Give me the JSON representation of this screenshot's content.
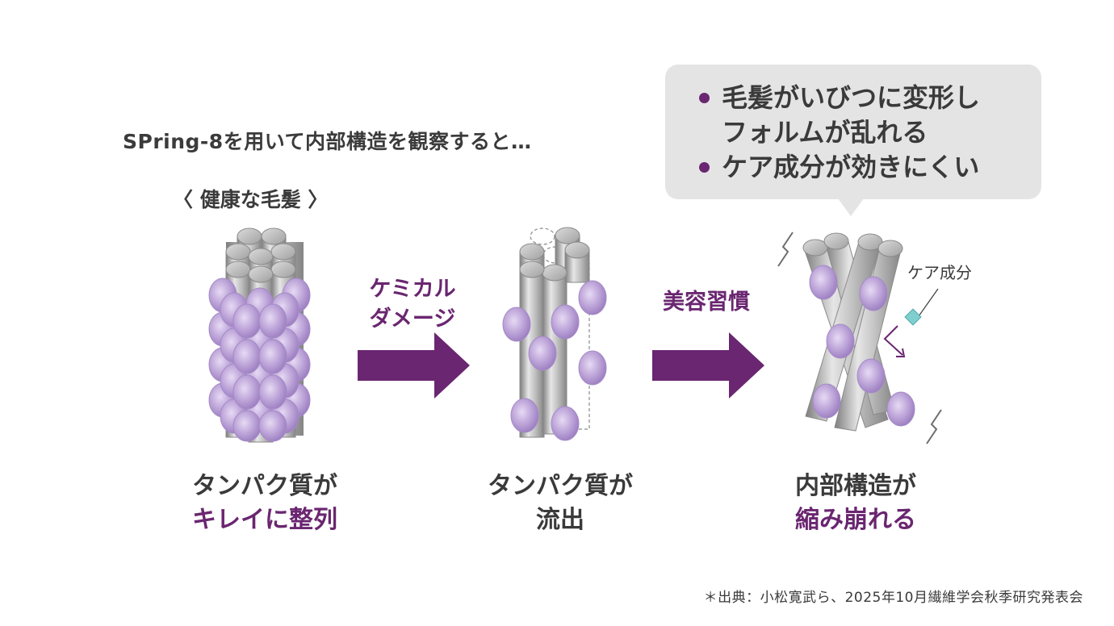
{
  "header": {
    "lead": "SPring-8を用いて内部構造を観察すると…",
    "healthy_label": "〈 健康な毛髪 〉"
  },
  "bubble": {
    "items": [
      {
        "text": "毛髪がいびつに変形し",
        "bullet": true
      },
      {
        "text": "フォルムが乱れる",
        "bullet": false
      },
      {
        "text": "ケア成分が効きにくい",
        "bullet": true
      }
    ]
  },
  "arrows": {
    "first": {
      "line1": "ケミカル",
      "line2": "ダメージ"
    },
    "second": {
      "line1": "美容習慣"
    }
  },
  "captions": {
    "left": {
      "line1": "タンパク質が",
      "line2": "キレイに整列"
    },
    "middle": {
      "line1": "タンパク質が",
      "line2": "流出"
    },
    "right": {
      "line1": "内部構造が",
      "line2": "縮み崩れる"
    }
  },
  "care_label": "ケア成分",
  "source": "＊出典：小松寛武ら、2025年10月繊維学会秋季研究発表会",
  "colors": {
    "accent": "#6a2670",
    "protein": "#b9a0d6",
    "fiber": "#a8a8a8",
    "bubble": "#e4e4e4",
    "care": "#7fcfcf"
  }
}
